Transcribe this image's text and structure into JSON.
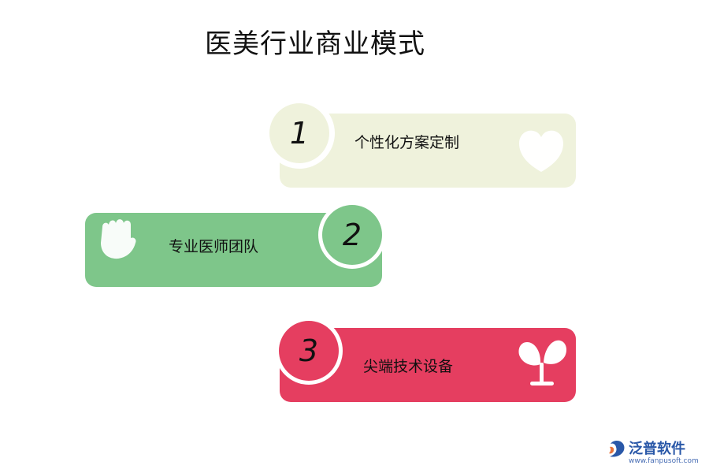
{
  "title": "医美行业商业模式",
  "items": [
    {
      "number": "1",
      "label": "个性化方案定制",
      "card_color": "#eff2dc",
      "badge_color": "#eff2dc",
      "icon": "heart-outline-icon"
    },
    {
      "number": "2",
      "label": "专业医师团队",
      "card_color": "#7ec68a",
      "badge_color": "#7ec68a",
      "icon": "fist-icon"
    },
    {
      "number": "3",
      "label": "尖端技术设备",
      "card_color": "#e53e60",
      "badge_color": "#e53e60",
      "icon": "sprout-icon"
    }
  ],
  "logo": {
    "brand": "泛普软件",
    "url": "www.fanpusoft.com",
    "color": "#2a58a8"
  }
}
